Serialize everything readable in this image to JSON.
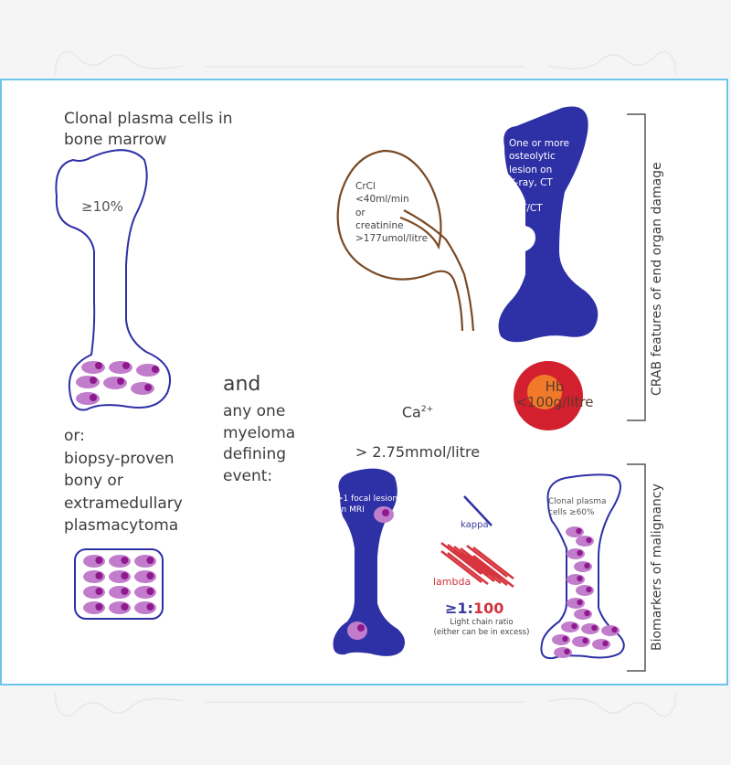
{
  "colors": {
    "bone_blue": "#2e30a6",
    "cell_light": "#c27ccc",
    "cell_dark": "#8e1a8e",
    "kidney_brown": "#7a4a24",
    "hb_red": "#d3202e",
    "hb_orange": "#f07a2a",
    "lambda_red": "#d7343e",
    "frame_blue": "#6cc4ea"
  },
  "left": {
    "title": "Clonal plasma cells in\nbone marrow",
    "threshold": "≥10%",
    "alternative": "or:\nbiopsy-proven\nbony or\nextramedullary\nplasmacytoma"
  },
  "middle": {
    "connector": "and",
    "event_text": "any one\nmyeloma\ndefining\nevent:"
  },
  "crab": {
    "bracket_label": "CRAB features of end organ damage",
    "kidney_text": "CrCl\n<40ml/min\nor\ncreatinine\n>177umol/litre",
    "bone_text": "One or more\nosteolytic\nlesion on\n  X-ray, CT\n  or\n  PET/CT",
    "calcium_label": "Ca",
    "calcium_sup": "2+",
    "calcium_value": "> 2.75mmol/litre",
    "hb_text": "Hb\n<100g/litre"
  },
  "biomarkers": {
    "bracket_label": "Biomarkers of malignancy",
    "mri_text": ">1 focal lesion\non MRI",
    "kappa_label": "kappa",
    "lambda_label": "lambda",
    "ratio_prefix": "≥1:",
    "ratio_value": "100",
    "ratio_caption": "Light chain ratio\n(either can be in excess)",
    "clonal_text": "Clonal plasma\ncells ≥60%"
  }
}
